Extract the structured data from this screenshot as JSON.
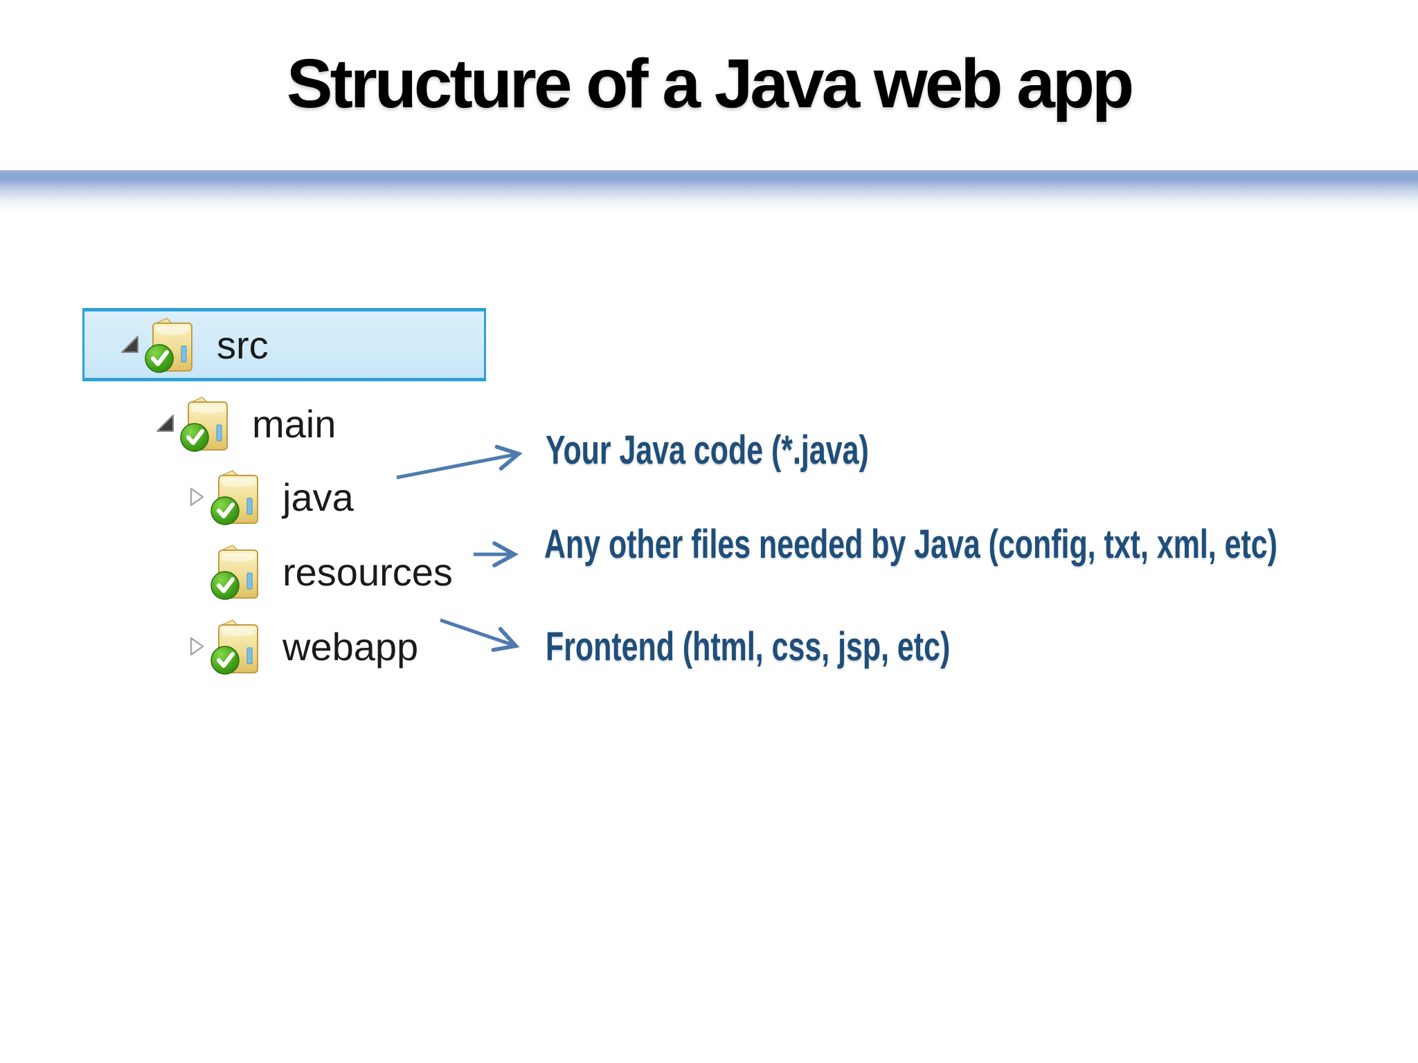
{
  "slide": {
    "title": "Structure of a Java web app"
  },
  "tree": {
    "items": [
      {
        "label": "src",
        "expander": "expanded",
        "selected": true,
        "depth": 0
      },
      {
        "label": "main",
        "expander": "expanded",
        "selected": false,
        "depth": 1
      },
      {
        "label": "java",
        "expander": "collapsed",
        "selected": false,
        "depth": 2
      },
      {
        "label": "resources",
        "expander": "none",
        "selected": false,
        "depth": 2
      },
      {
        "label": "webapp",
        "expander": "collapsed",
        "selected": false,
        "depth": 2
      }
    ],
    "folder_icon": "folder-with-green-check-icon"
  },
  "annotations": [
    {
      "text": "Your Java code (*.java)",
      "points_to": "java"
    },
    {
      "text": "Any other files needed by Java (config, txt, xml, etc)",
      "points_to": "resources"
    },
    {
      "text": "Frontend (html, css, jsp, etc)",
      "points_to": "webapp"
    }
  ],
  "colors": {
    "title": "#000000",
    "annotation_text": "#1F4E79",
    "arrow": "#4D7AB0",
    "selection_fill": "#CFE9F8",
    "selection_border": "#2DA0D6",
    "divider": "#8CA7D3",
    "tree_label": "#1A1A1A",
    "folder_yellow": "#EFDC90",
    "check_green": "#3F9E17"
  }
}
